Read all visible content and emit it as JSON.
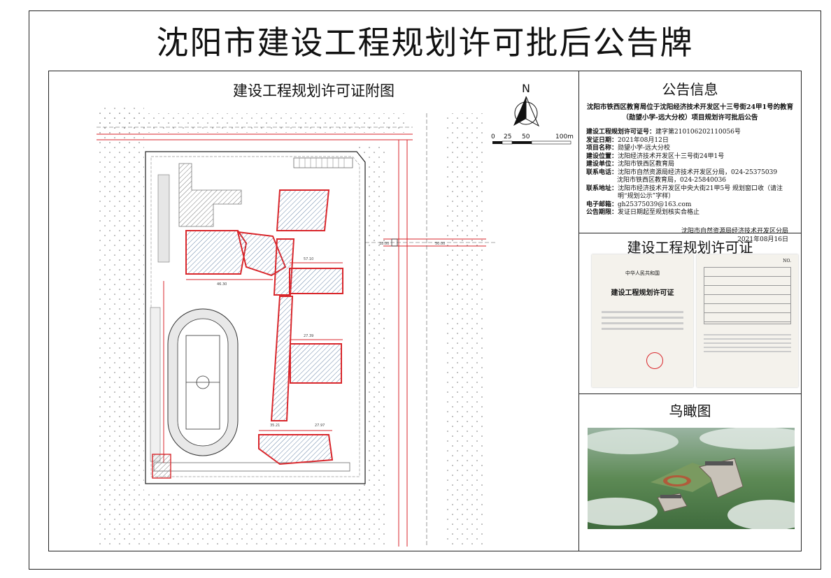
{
  "title": "沈阳市建设工程规划许可批后公告牌",
  "drawing": {
    "title": "建设工程规划许可证附图",
    "north": "N",
    "scale_labels": [
      "0",
      "25",
      "50",
      "100m"
    ]
  },
  "notice": {
    "title": "公告信息",
    "header": "沈阳市铁西区教育局位于沈阳经济技术开发区十三号街24甲1号的教育（勋望小学-远大分校）项目规划许可批后公告",
    "items": [
      {
        "label": "建设工程规划许可证号：",
        "value": "建字第210106202110056号"
      },
      {
        "label": "发证日期：",
        "value": "2021年08月12日"
      },
      {
        "label": "项目名称：",
        "value": "勋望小学-远大分校"
      },
      {
        "label": "建设位置：",
        "value": "沈阳经济技术开发区十三号街24甲1号"
      },
      {
        "label": "建设单位：",
        "value": "沈阳市铁西区教育局"
      },
      {
        "label": "联系电话：",
        "value": "沈阳市自然资源局经济技术开发区分局，024-25375039"
      }
    ],
    "phone_line2": "沈阳市铁西区教育局，024-25840036",
    "items2": [
      {
        "label": "联系地址：",
        "value": "沈阳市经济技术开发区中央大街21甲5号 规划窗口收（请注明“规划公示”字样）"
      },
      {
        "label": "电子邮箱：",
        "value": "gh25375039@163.com"
      },
      {
        "label": "公告期限：",
        "value": "发证日期起至规划核实合格止"
      }
    ],
    "signer": "沈阳市自然资源局经济技术开发区分局",
    "date": "2021年08月16日"
  },
  "permit": {
    "title": "建设工程规划许可证",
    "cert_country": "中华人民共和国",
    "cert_name": "建设工程规划许可证",
    "cert_no_label": "NO."
  },
  "aerial": {
    "title": "鸟瞰图"
  },
  "colors": {
    "site_red": "#d9262b",
    "building_blue": "#b9cfe6",
    "hatch_gray": "#8a8a8a",
    "sky_green": "#5d8a55"
  }
}
